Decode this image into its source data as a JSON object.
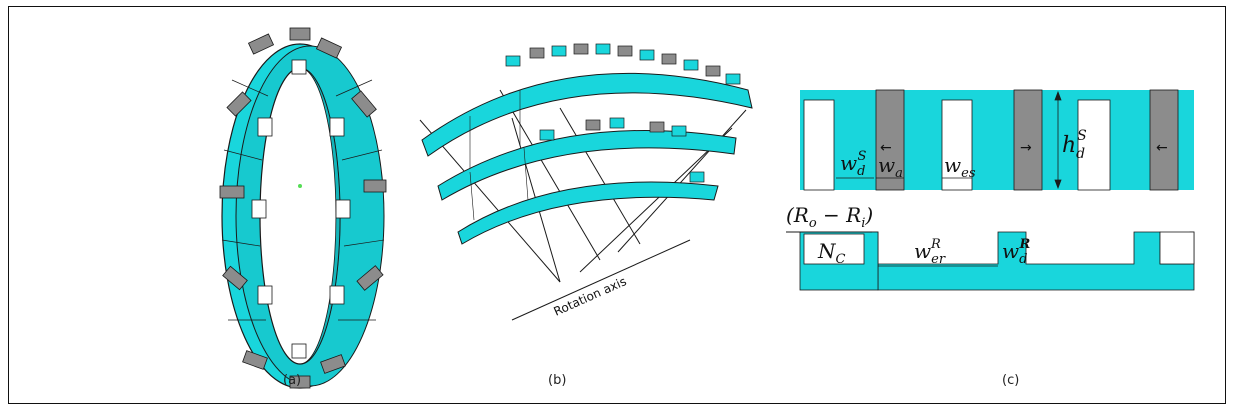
{
  "figure": {
    "panel_a": {
      "caption": "(a)"
    },
    "panel_b": {
      "caption": "(b)",
      "axis_label": "Rotation axis"
    },
    "panel_c": {
      "caption": "(c)",
      "labels": {
        "wd_s": "w",
        "wd_s_sub": "d",
        "wd_s_sup": "S",
        "wa": "w",
        "wa_sub": "a",
        "wes": "w",
        "wes_sub": "es",
        "hd_s": "h",
        "hd_s_sub": "d",
        "hd_s_sup": "S",
        "ro_ri": "(R",
        "ro_sub": "o",
        "minus": " − R",
        "ri_sub": "i",
        "close": ")",
        "nc": "N",
        "nc_sub": "C",
        "wer_r": "w",
        "wer_r_sub": "er",
        "wer_r_sup": "R",
        "wd_r": "w",
        "wd_r_sub": "d",
        "wd_r_sup": "R"
      },
      "arrows": [
        "←",
        "→",
        "←"
      ]
    }
  },
  "colors": {
    "cyan": "#19d6dc",
    "cyan_dark": "#15b8bd",
    "gray": "#8c8c8c",
    "outline": "#1a1a1a"
  }
}
